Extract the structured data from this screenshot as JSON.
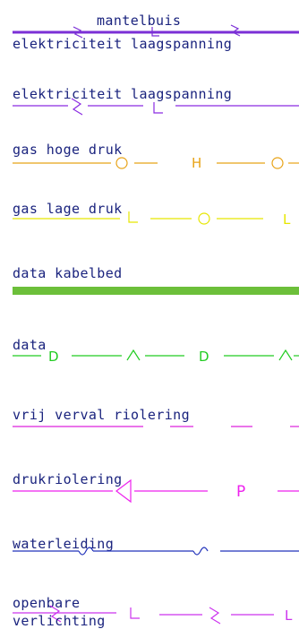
{
  "legend": {
    "colors": {
      "electric": "#8a2be2",
      "gas": "#e8a317",
      "gas_low": "#e6e600",
      "cable_bed": "#6cbf3a",
      "data": "#22cc22",
      "sewer_free": "#dd22dd",
      "sewer_pressure": "#ee22ee",
      "water": "#2233bb",
      "lighting": "#cc33ee"
    },
    "rows": [
      {
        "label": "mantelbuis",
        "sublabel": "elektriciteit laagspanning"
      },
      {
        "label": "elektriciteit laagspanning",
        "symbol_l": "L"
      },
      {
        "label": "gas hoge druk",
        "symbol_h": "H"
      },
      {
        "label": "gas lage druk",
        "symbol_l": "L"
      },
      {
        "label": "data kabelbed"
      },
      {
        "label": "data",
        "symbol_d": "D"
      },
      {
        "label": "vrij verval riolering"
      },
      {
        "label": "drukriolering",
        "symbol_p": "P"
      },
      {
        "label": "waterleiding"
      },
      {
        "label": "openbare",
        "label_line2": "verlichting",
        "symbol_l": "L"
      }
    ]
  }
}
